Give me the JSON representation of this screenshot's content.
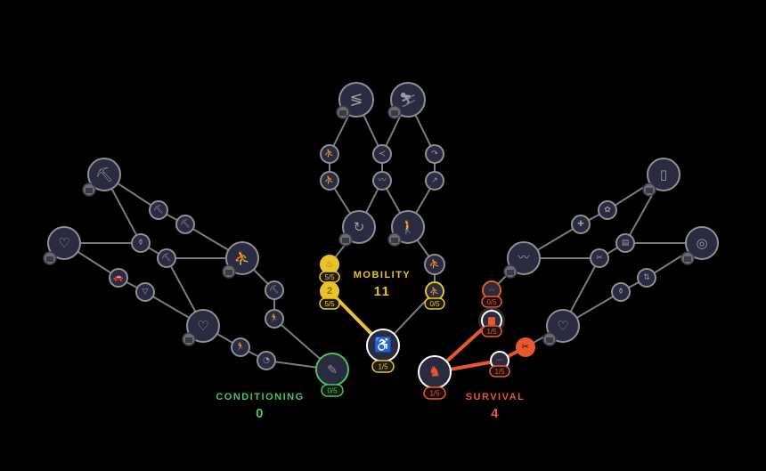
{
  "colors": {
    "background": "#000000",
    "node_fill": "#2a2a40",
    "locked_stroke": "#8e8e97",
    "edge": "#7a7a80",
    "mobility": "#e8c22a",
    "conditioning": "#4cc35a",
    "survival": "#e8582a"
  },
  "categories": {
    "conditioning": {
      "name": "CONDITIONING",
      "points": "0"
    },
    "mobility": {
      "name": "MOBILITY",
      "points": "11"
    },
    "survival": {
      "name": "SURVIVAL",
      "points": "4"
    }
  },
  "badges": {
    "mob_a": "5/5",
    "mob_b": "5/5",
    "mob_c": "0/5",
    "mob_root": "1/5",
    "cond_root": "0/5",
    "surv_root": "1/5",
    "surv_a": "0/5",
    "surv_b": "1/5",
    "surv_c": "1/5"
  },
  "icons": {
    "zigzag": "zigzag-icon",
    "skier": "skier-icon",
    "crouch": "crouch-icon",
    "chevron": "chevron-icon",
    "pulse": "pulse-icon",
    "arc": "arc-icon",
    "arrow": "arrow-icon",
    "swirl": "swirl-icon",
    "walker": "walker-icon",
    "pickaxe": "pickaxe-icon",
    "heart": "heart-icon",
    "kettlebell": "kettlebell-icon",
    "runner": "runner-icon",
    "feather": "feather-icon",
    "medkit": "medkit-icon",
    "wrench": "wrench-icon",
    "target": "target-icon",
    "phones": "phones-icon",
    "brain": "brain-icon",
    "calendar": "calendar-icon",
    "lock": "lock-icon",
    "kneel": "kneeling-icon",
    "sitting": "sitting-icon"
  }
}
